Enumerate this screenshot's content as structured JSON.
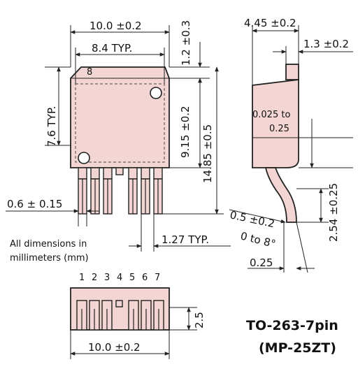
{
  "dimensions": {
    "top_width": "10.0 ±0.2",
    "inner_width": "8.4 TYP.",
    "tab_height": "1.2 ±0.3",
    "side_height": "7.6 TYP.",
    "body_height": "9.15 ±0.2",
    "total_height": "14.85 ±0.5",
    "pin_width": "0.6 ± 0.15",
    "side_depth": "4.45 ±0.2",
    "tab_thickness": "1.3 ±0.2",
    "standoff_top": "0.025 to",
    "standoff_bottom": "0.25",
    "lead_thickness": "0.5 ±0.2",
    "lead_angle": "0 to 8°",
    "lead_length": "2.54 ±0.25",
    "lead_tip": "0.25",
    "pitch": "1.27 TYP.",
    "bottom_depth": "2.5",
    "bottom_width": "10.0 ±0.2",
    "pin8_label": "8"
  },
  "note": {
    "line1": "All dimensions in",
    "line2": "millimeters (mm)"
  },
  "pin_labels": [
    "1",
    "2",
    "3",
    "4",
    "5",
    "6",
    "7"
  ],
  "title": {
    "line1": "TO-263-7pin",
    "line2": "(MP-25ZT)"
  },
  "colors": {
    "package_fill": "#f3d6d3",
    "outline": "#222222"
  }
}
